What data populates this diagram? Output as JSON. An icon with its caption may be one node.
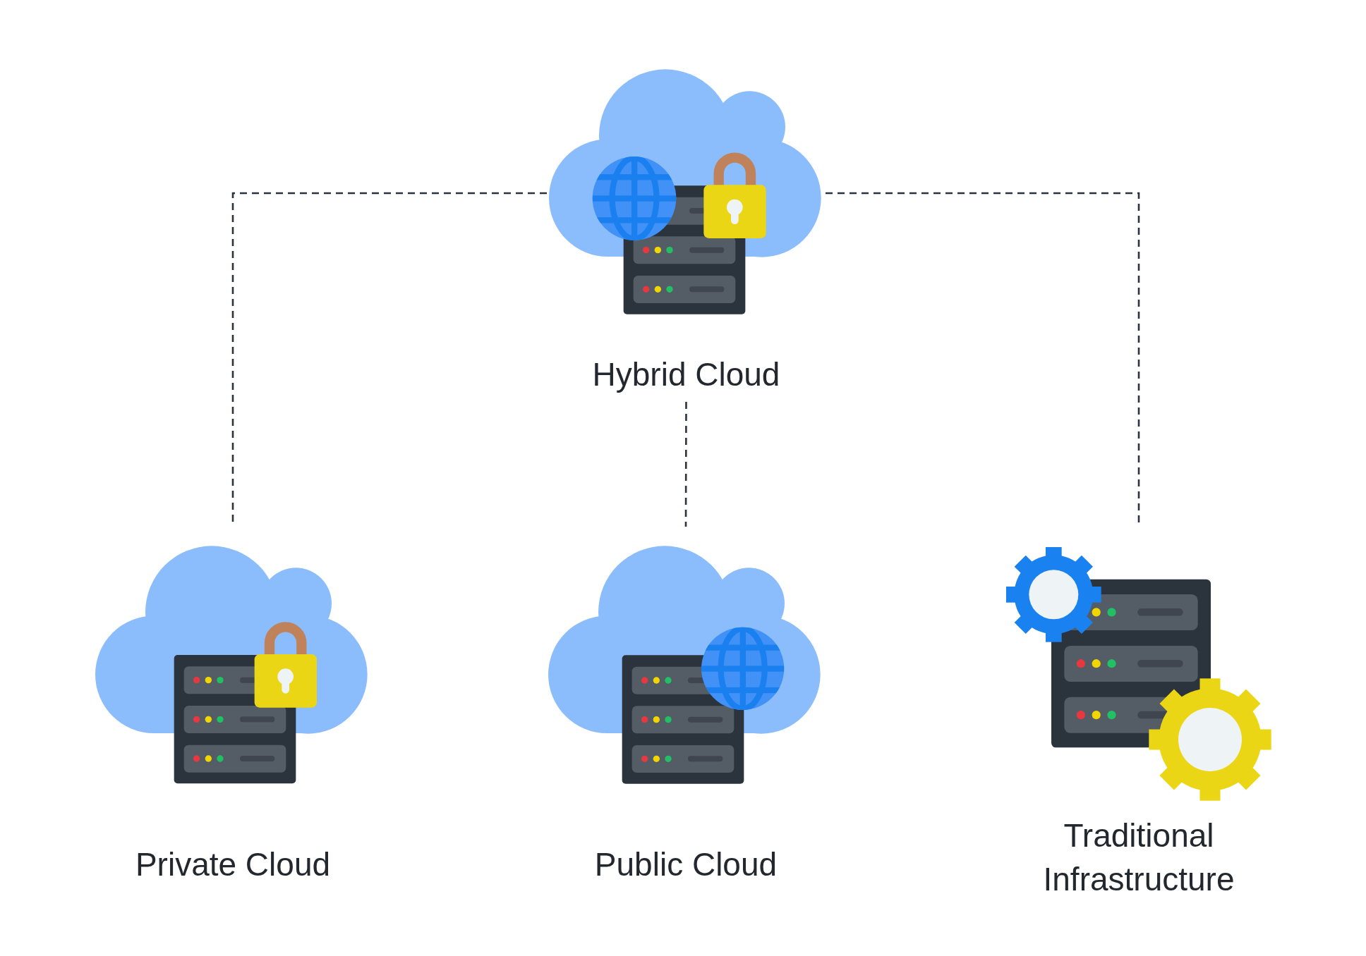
{
  "diagram": {
    "nodes": [
      {
        "text": [
          "Hybrid Cloud"
        ]
      },
      {
        "text": [
          "Private Cloud"
        ]
      },
      {
        "text": [
          "Public Cloud"
        ]
      },
      {
        "text": [
          "Traditional Infrastructure"
        ]
      }
    ],
    "edges": [
      {
        "from": 0,
        "to": 1,
        "arrow": "none",
        "style": "dashed"
      },
      {
        "from": 0,
        "to": 2,
        "arrow": "none",
        "style": "dashed"
      },
      {
        "from": 0,
        "to": 3,
        "arrow": "none",
        "style": "dashed"
      }
    ]
  }
}
